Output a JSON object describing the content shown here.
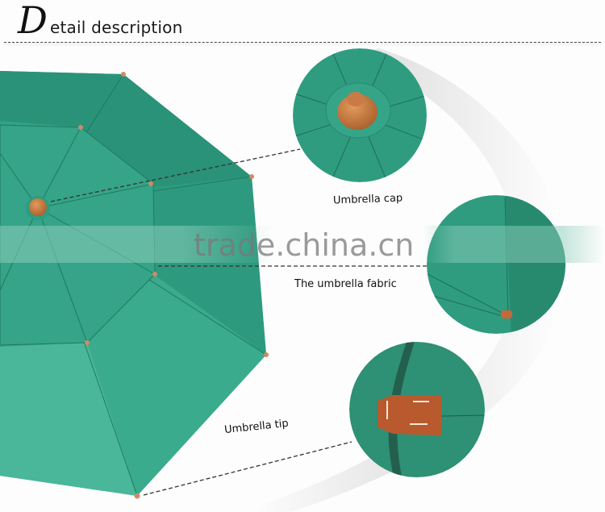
{
  "header": {
    "initial": "D",
    "title_rest": "etail description"
  },
  "callouts": [
    {
      "id": "cap",
      "label": "Umbrella cap"
    },
    {
      "id": "fabric",
      "label": "The umbrella fabric"
    },
    {
      "id": "tip",
      "label": "Umbrella tip"
    }
  ],
  "watermark": "trade.china.cn",
  "colors": {
    "fabric_green": "#2e9a7c",
    "fabric_green_dark": "#237a62",
    "fabric_green_light": "#4fb39a",
    "wood_brown": "#c0733f",
    "tip_brown": "#b85a2e",
    "background": "#fdfdfd",
    "swoosh_gray": "#e6e6e6"
  }
}
